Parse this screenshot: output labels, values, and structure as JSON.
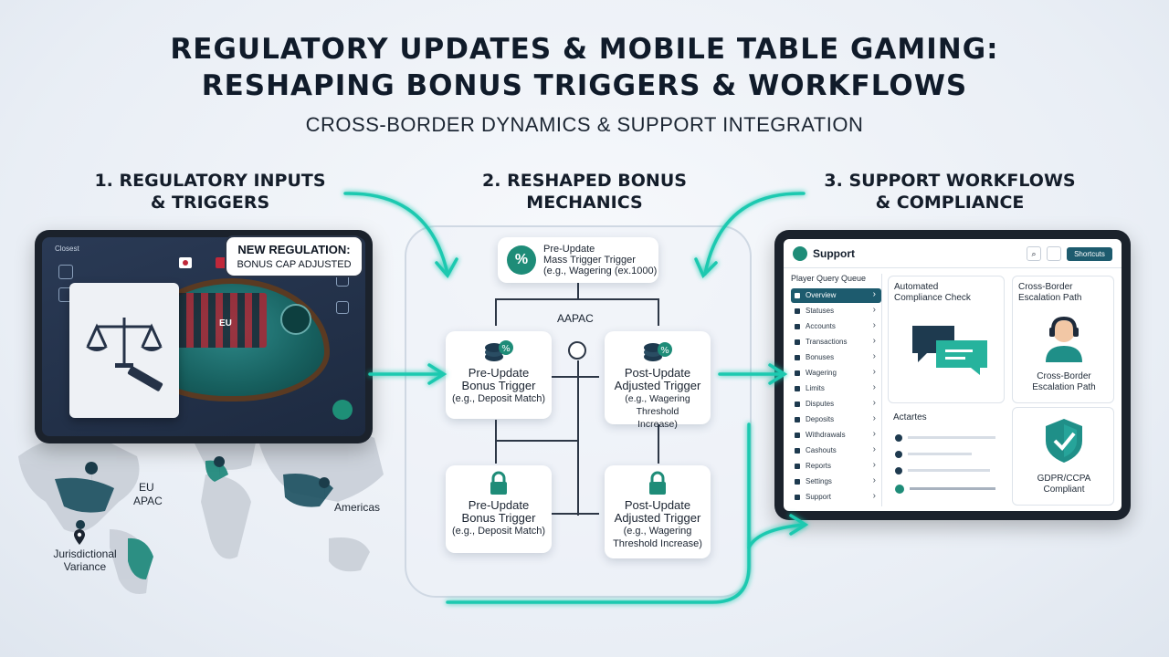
{
  "header": {
    "title_line1": "REGULATORY UPDATES & MOBILE TABLE GAMING:",
    "title_line2": "RESHAPING BONUS TRIGGERS & WORKFLOWS",
    "subtitle": "CROSS-BORDER DYNAMICS & SUPPORT INTEGRATION"
  },
  "sections": {
    "s1_line1": "1. REGULATORY INPUTS",
    "s1_line2": "& TRIGGERS",
    "s2_line1": "2. RESHAPED BONUS",
    "s2_line2": "MECHANICS",
    "s3_line1": "3. SUPPORT WORKFLOWS",
    "s3_line2": "& COMPLIANCE"
  },
  "left": {
    "status_text": "Closest",
    "callout_line1": "NEW REGULATION:",
    "callout_line2": "BONUS CAP ADJUSTED",
    "table_region": "EU",
    "map_labels": {
      "eu": "EU",
      "apac": "APAC",
      "americas": "Americas",
      "jurisdiction_line1": "Jurisdictional",
      "jurisdiction_line2": "Variance"
    }
  },
  "center": {
    "top_card": {
      "line1": "Pre-Update",
      "line2": "Mass Trigger Trigger",
      "line3": "(e.g., Wagering (ex.1000)"
    },
    "region_label": "AAPAC",
    "card_a": {
      "line1": "Pre-Update",
      "line2": "Bonus Trigger",
      "line3": "(e.g., Deposit Match)"
    },
    "card_b": {
      "line1": "Post-Update",
      "line2": "Adjusted Trigger",
      "line3": "(e.g., Wagering Threshold",
      "line4": "Increase)"
    },
    "card_c": {
      "line1": "Pre-Update",
      "line2": "Bonus Trigger",
      "line3": "(e.g., Deposit Match)"
    },
    "card_d": {
      "line1": "Post-Update",
      "line2": "Adjusted Trigger",
      "line3": "(e.g., Wagering",
      "line4": "Threshold Increase)"
    }
  },
  "right": {
    "app_title": "Support",
    "header_button": "Shortcuts",
    "queue_title": "Player Query Queue",
    "queue_items": [
      "Overview",
      "Statuses",
      "Accounts",
      "Transactions",
      "Bonuses",
      "Wagering",
      "Limits",
      "Disputes",
      "Deposits",
      "Withdrawals",
      "Cashouts",
      "Reports",
      "Settings",
      "Support"
    ],
    "auto_check_line1": "Automated",
    "auto_check_line2": "Compliance Check",
    "escalation_title_line1": "Cross-Border",
    "escalation_title_line2": "Escalation Path",
    "escalation_caption_line1": "Cross-Border",
    "escalation_caption_line2": "Escalation Path",
    "activities_title": "Actartes",
    "compliance_line1": "GDPR/CCPA",
    "compliance_line2": "Compliant"
  },
  "colors": {
    "accent_teal": "#1fc9b0",
    "dark_navy": "#101b2a",
    "felt_green": "#1a6e6c",
    "shield_teal": "#1f8f88"
  }
}
